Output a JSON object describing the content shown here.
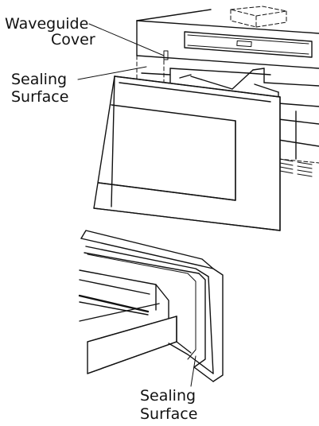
{
  "labels": {
    "waveguide_line1": "Waveguide",
    "waveguide_line2": "Cover",
    "sealing_top_line1": "Sealing",
    "sealing_top_line2": "Surface",
    "sealing_bottom_line1": "Sealing",
    "sealing_bottom_line2": "Surface"
  },
  "colors": {
    "line": "#111111",
    "background": "#ffffff"
  }
}
